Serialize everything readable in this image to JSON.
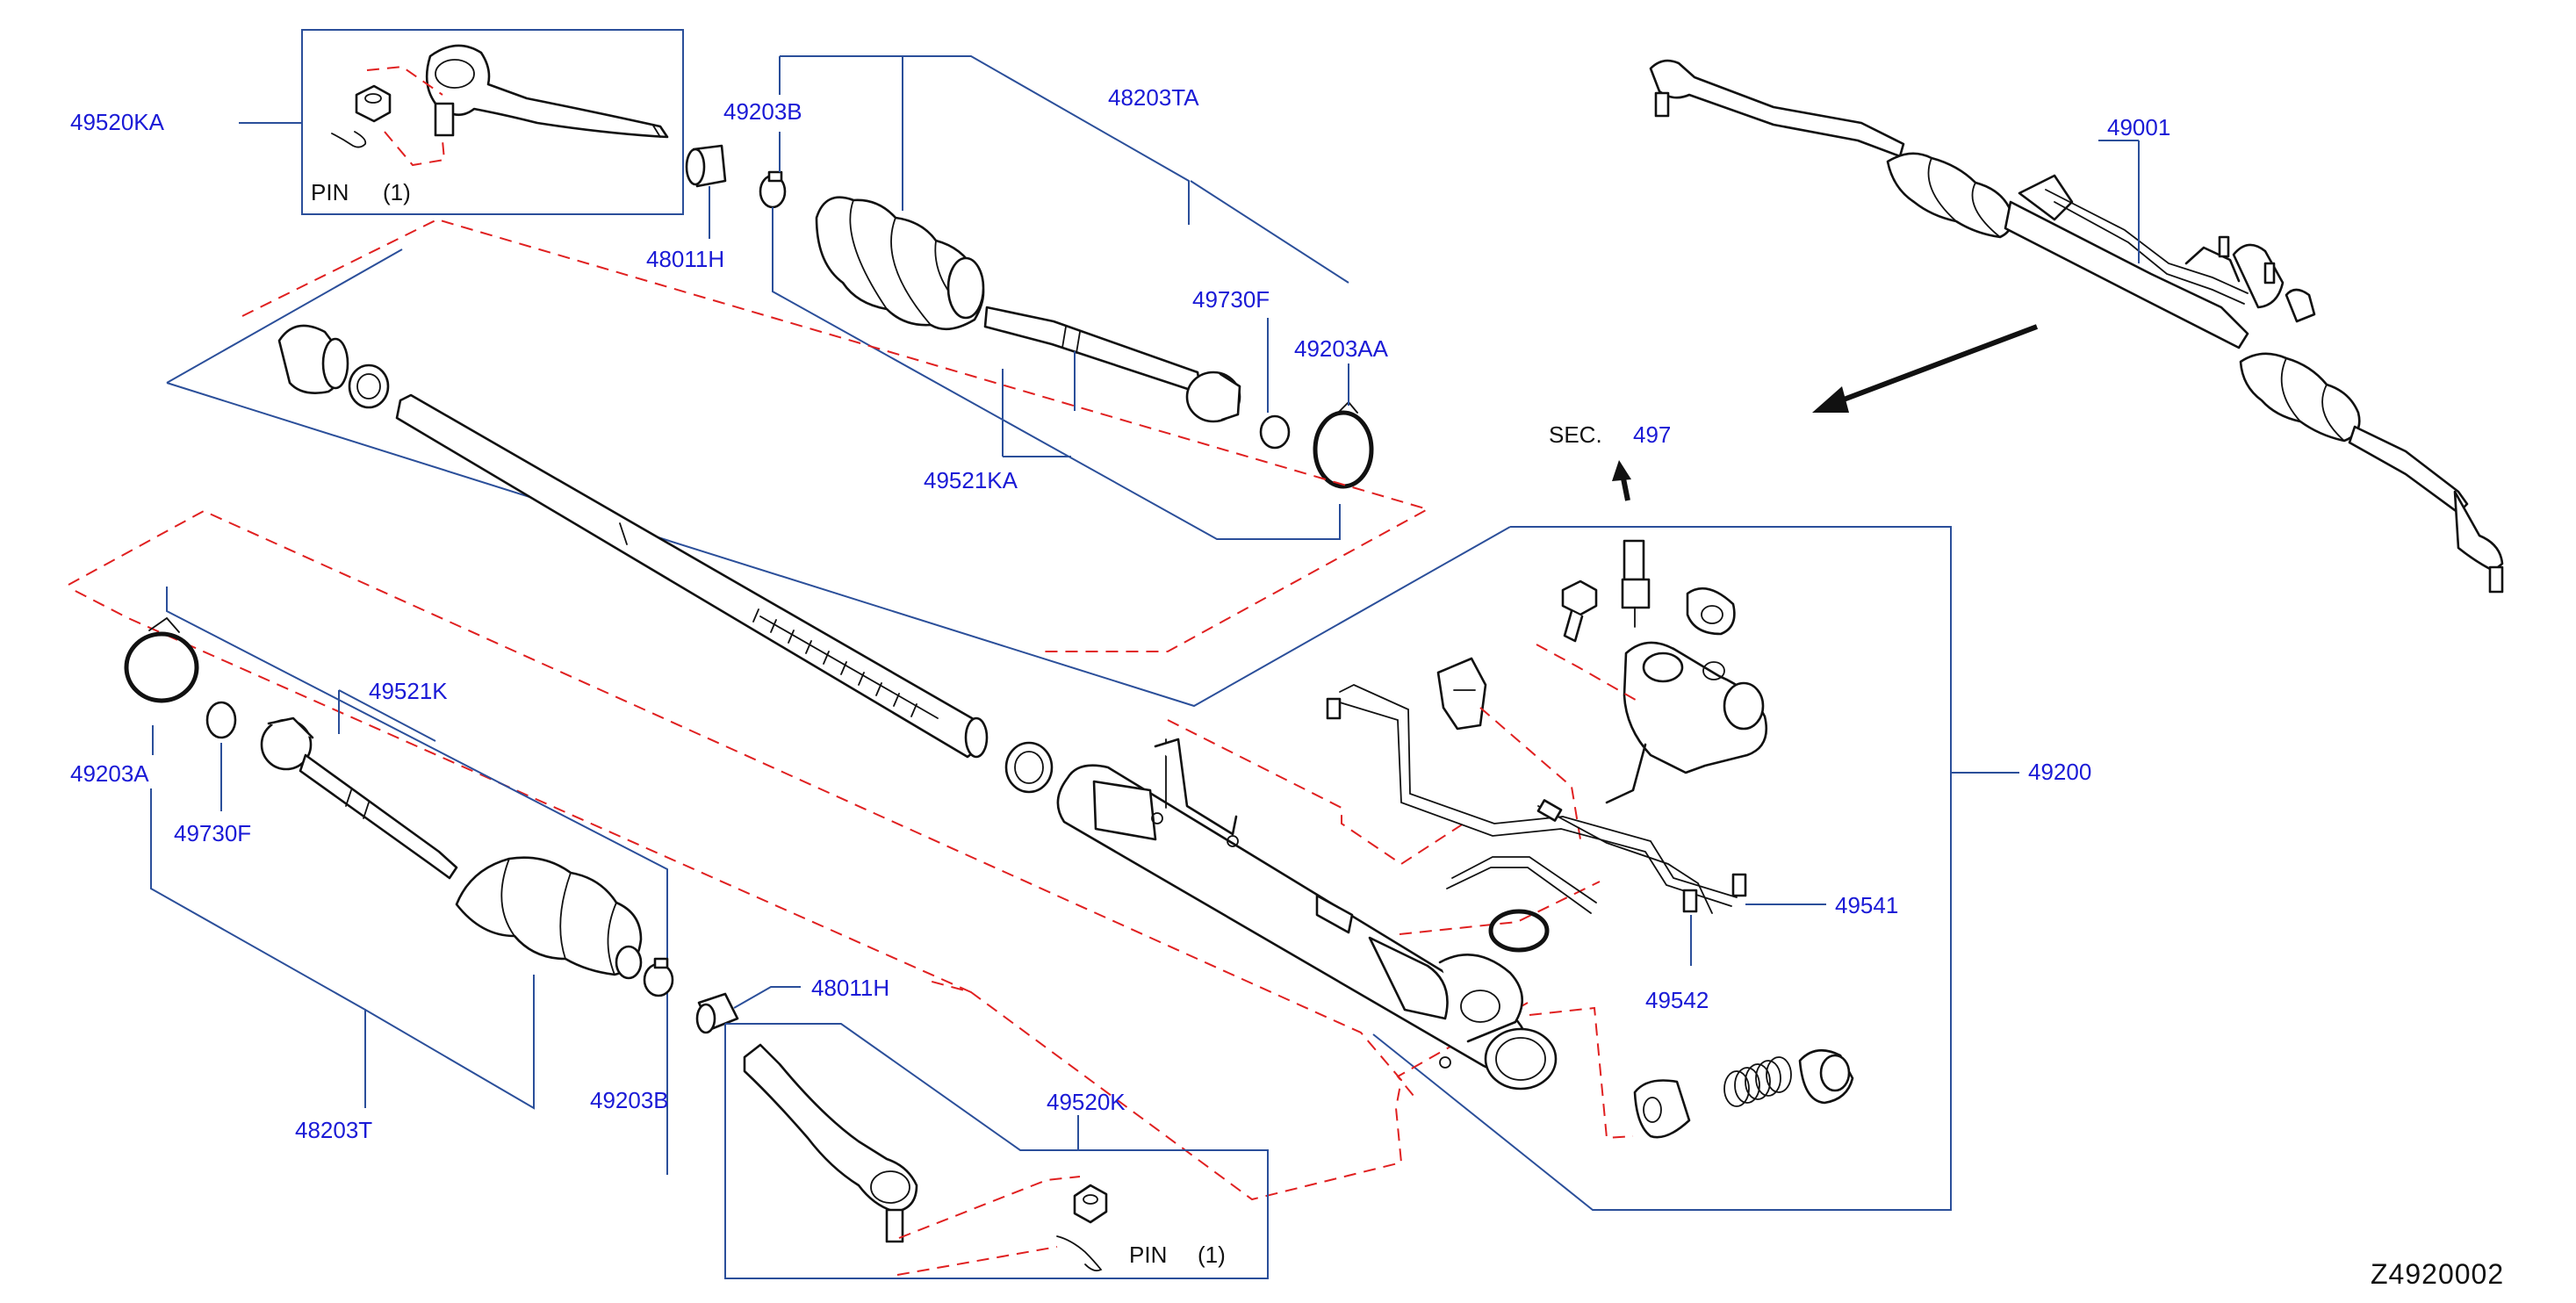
{
  "diagram": {
    "drawing_code": "Z4920002",
    "labels": {
      "tie_rod_end_outer_rh": "49520KA",
      "boot_band_small_upper": "49203B",
      "boot_upper": "48203TA",
      "bushing_upper": "48011H",
      "washer_upper": "49730F",
      "boot_band_large_upper": "49203AA",
      "inner_socket_upper": "49521KA",
      "gear_assembly": "49001",
      "sec_text": "SEC.",
      "sec_number": "497",
      "rack_gear_housing": "49200",
      "boot_band_large_lower": "49203A",
      "inner_socket_lower": "49521K",
      "washer_lower": "49730F",
      "boot_lower": "48203T",
      "boot_band_small_lower": "49203B",
      "bushing_lower": "48011H",
      "tie_rod_end_outer_lh": "49520K",
      "tube_assembly_a": "49541",
      "tube_assembly_b": "49542"
    },
    "pin_upper": {
      "label": "PIN",
      "qty": "(1)"
    },
    "pin_lower": {
      "label": "PIN",
      "qty": "(1)"
    }
  }
}
